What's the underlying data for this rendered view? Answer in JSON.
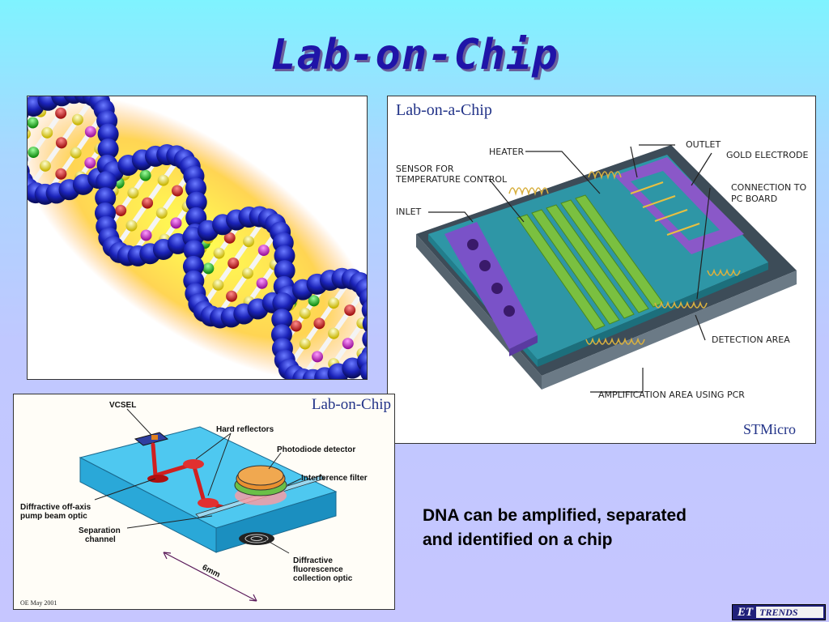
{
  "slide": {
    "title": "Lab-on-Chip",
    "caption_line1": "DNA can be amplified, separated",
    "caption_line2": "and identified on a chip"
  },
  "chip_diagram": {
    "title": "Lab-on-a-Chip",
    "credit": "STMicro",
    "labels": {
      "heater": "HEATER",
      "outlet": "OUTLET",
      "gold_electrode": "GOLD ELECTRODE",
      "sensor_line1": "SENSOR FOR",
      "sensor_line2": "TEMPERATURE CONTROL",
      "connection_line1": "CONNECTION TO",
      "connection_line2": "PC BOARD",
      "inlet": "INLET",
      "detection_area": "DETECTION AREA",
      "amplification_area": "AMPLIFICATION AREA USING PCR"
    }
  },
  "optic_diagram": {
    "title": "Lab-on-Chip",
    "footer": "OE May 2001",
    "labels": {
      "vcsel": "VCSEL",
      "hard_reflectors": "Hard reflectors",
      "photodiode": "Photodiode detector",
      "interference_filter": "Interference filter",
      "diffractive_pump_line1": "Diffractive off-axis",
      "diffractive_pump_line2": "pump beam optic",
      "separation_line1": "Separation",
      "separation_line2": "channel",
      "diffractive_coll_line1": "Diffractive",
      "diffractive_coll_line2": "fluorescence",
      "diffractive_coll_line3": "collection optic",
      "scale": "6mm"
    }
  },
  "logo": {
    "et": "ET",
    "trends": "TRENDS"
  }
}
